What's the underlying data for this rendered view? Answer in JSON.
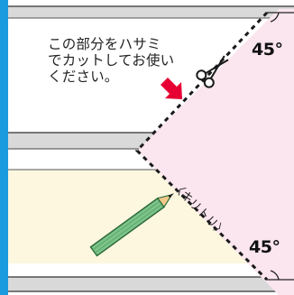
{
  "instruction": {
    "text": "この部分をハサミ\nでカットしてお使い\nください。"
  },
  "angles": {
    "top": "45°",
    "bottom": "45°"
  },
  "cut_label": "〈キリトリ〉",
  "colors": {
    "left_border": "#1a9be0",
    "cut_zone": "#fbe5ee",
    "guide_strip": "#fdf7e0",
    "arrow": "#e60033",
    "pencil": "#7cc38a",
    "rail": "#d9d9d9"
  },
  "icons": {
    "scissors": "scissors-icon",
    "pencil": "pencil-icon",
    "arrow": "arrow-down-right-icon"
  }
}
